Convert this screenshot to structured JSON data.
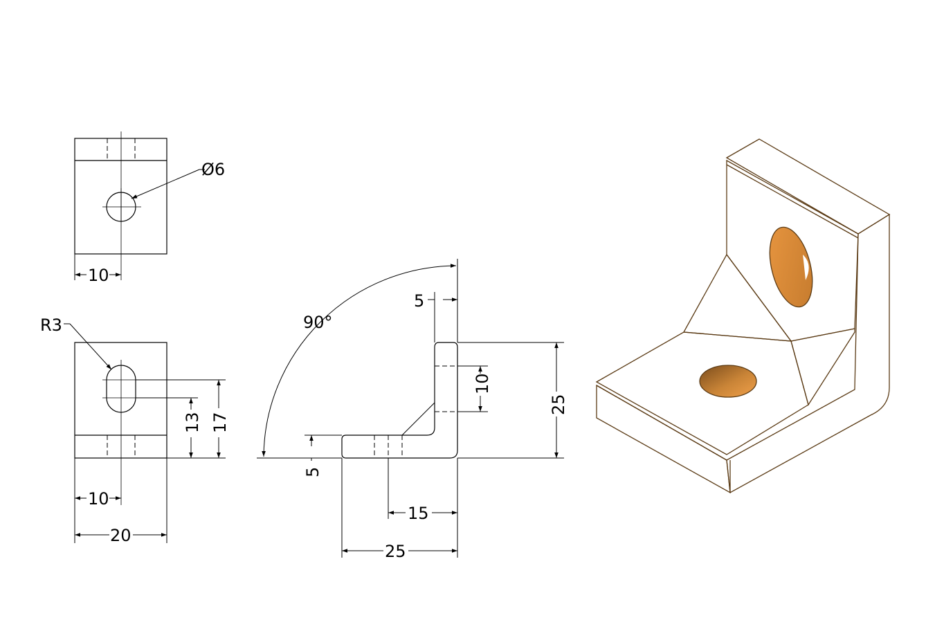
{
  "views": {
    "top": {
      "diameter_label": "Ø6",
      "dim_offset": "10"
    },
    "front": {
      "radius_label": "R3",
      "dim_offset": "10",
      "dim_width": "20",
      "dim_slot_low": "13",
      "dim_slot_high": "17"
    },
    "side": {
      "angle": "90°",
      "dim_thickness_vertical": "5",
      "dim_thickness_horizontal": "5",
      "dim_hole_length": "10",
      "dim_height": "25",
      "dim_hole_offset": "15",
      "dim_length": "25"
    }
  },
  "colors": {
    "face_top": "#f39a3b",
    "face_front": "#cc8434",
    "face_side": "#c27a2e",
    "face_gusset": "#e08f38",
    "edge": "#5a3a14"
  }
}
